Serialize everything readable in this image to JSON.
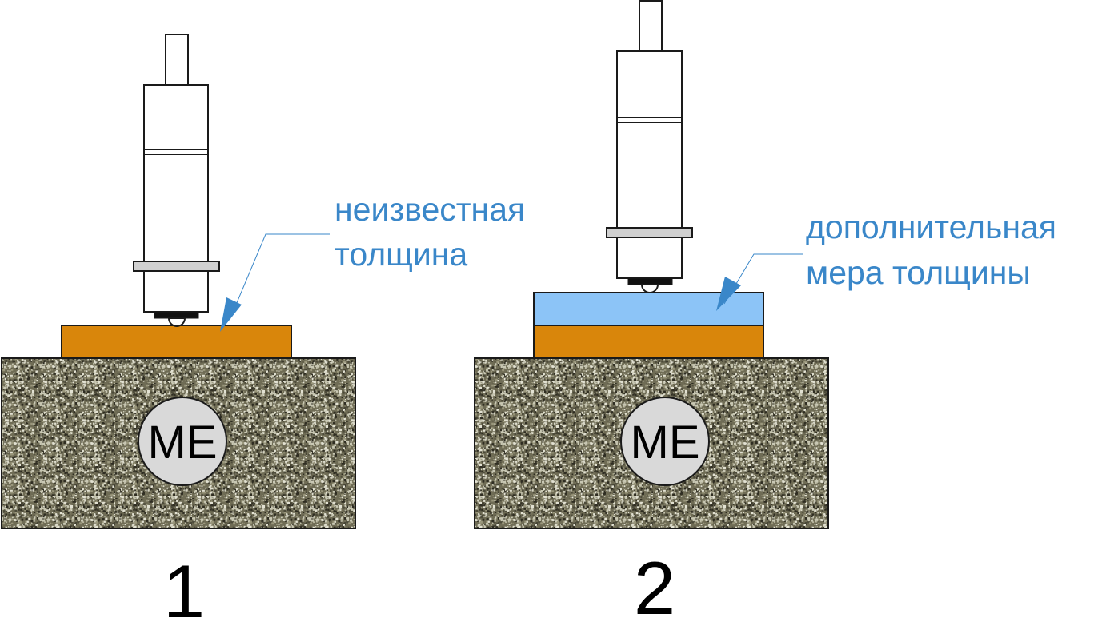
{
  "colors": {
    "annotation_blue": "#3a87c9",
    "sample_orange": "#d9860b",
    "gauge_block_blue": "#8cc4f7",
    "granite_base": "#6f6c55",
    "granite_light": "#c9c8b4",
    "granite_dark": "#2f2d22",
    "badge_fill": "#d9d9d9",
    "stroke": "#1a1a1a"
  },
  "panels": [
    {
      "label": "1",
      "base_badge": "ME",
      "callout_lines": [
        "неизвестная",
        "толщина"
      ]
    },
    {
      "label": "2",
      "base_badge": "ME",
      "callout_lines": [
        "дополнительная",
        "мера толщины"
      ]
    }
  ]
}
